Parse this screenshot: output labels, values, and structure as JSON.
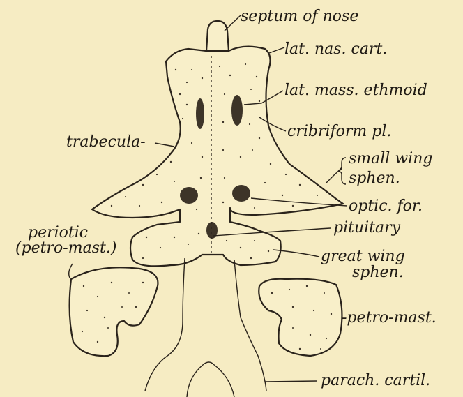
{
  "labels": {
    "septum": "septum of nose",
    "lat_nas": "lat. nas. cart.",
    "lat_mass": "lat. mass. ethmoid",
    "cribriform": "cribriform pl.",
    "trabecula": "trabecula-",
    "small_wing_1": "small wing",
    "small_wing_2": "sphen.",
    "optic": "optic. for.",
    "periotic_1": "periotic",
    "periotic_2": "(petro-mast.)",
    "pituitary": "pituitary",
    "great_wing_1": "great wing",
    "great_wing_2": "sphen.",
    "petro_mast": "-petro-mast.",
    "parach": "parach. cartil."
  },
  "colors": {
    "paper": "#f6ecc3",
    "ink": "#2a231b"
  }
}
